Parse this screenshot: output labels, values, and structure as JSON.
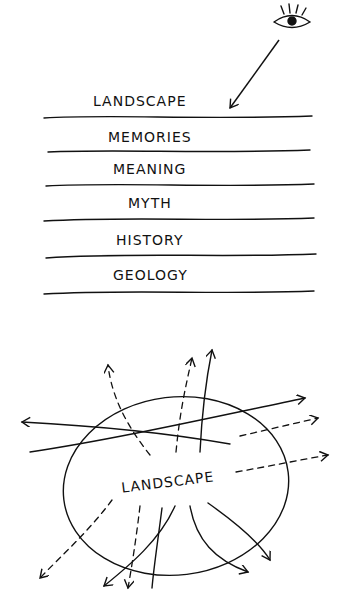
{
  "diagram": {
    "nodes": [
      {
        "text": [
          "LANDSCAPE"
        ]
      },
      {
        "text": [
          "MEMORIES"
        ]
      },
      {
        "text": [
          "MEANING"
        ]
      },
      {
        "text": [
          "MYTH"
        ]
      },
      {
        "text": [
          "HISTORY"
        ]
      },
      {
        "text": [
          "GEOLOGY"
        ]
      },
      {
        "text": [
          "LANDSCAPE"
        ]
      }
    ]
  }
}
